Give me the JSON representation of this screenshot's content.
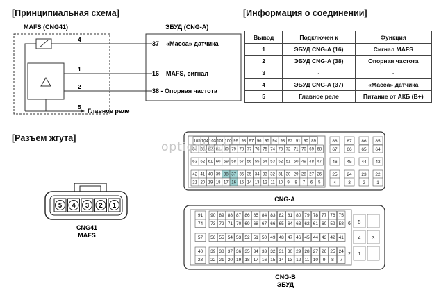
{
  "headers": {
    "schematic": "[Принципиальная схема]",
    "connection_info": "[Информация о соединении]",
    "harness_connector": "[Разъем жгута]"
  },
  "schematic": {
    "mafs_label": "MAFS (CNG41)",
    "ecu_label": "ЭБУД (CNG-A)",
    "pins": [
      "4",
      "1",
      "2",
      "5"
    ],
    "ecu_pins": [
      {
        "pin": "37",
        "text": "37 – «Масса» датчика"
      },
      {
        "pin": "16",
        "text": "16 – MAFS, сигнал"
      },
      {
        "pin": "38",
        "text": "38 - Опорная частота"
      }
    ],
    "main_relay": "Главное реле"
  },
  "table": {
    "headers": [
      "Вывод",
      "Подключен к",
      "Функция"
    ],
    "rows": [
      [
        "1",
        "ЭБУД CNG-A (16)",
        "Сигнал MAFS"
      ],
      [
        "2",
        "ЭБУД CNG-A (38)",
        "Опорная частота"
      ],
      [
        "3",
        "-",
        "-"
      ],
      [
        "4",
        "ЭБУД CNG-A (37)",
        "«Масса» датчика"
      ],
      [
        "5",
        "Главное реле",
        "Питание от АКБ (B+)"
      ]
    ]
  },
  "connector_cng41": {
    "pins": [
      "5",
      "4",
      "3",
      "2",
      "1"
    ],
    "label_line1": "CNG41",
    "label_line2": "MAFS"
  },
  "connector_cng_a": {
    "label": "CNG-A",
    "highlight_color": "#9fd4d4",
    "highlighted_pins": [
      "38",
      "37",
      "16"
    ],
    "left_rows": [
      [
        "105",
        "104",
        "103",
        "101",
        "100",
        "99",
        "98",
        "97",
        "96",
        "95",
        "94",
        "93",
        "92",
        "91",
        "90",
        "89"
      ],
      [
        "84",
        "83",
        "82",
        "81",
        "80",
        "79",
        "78",
        "77",
        "76",
        "75",
        "74",
        "73",
        "72",
        "71",
        "70",
        "69",
        "68"
      ],
      [
        "63",
        "62",
        "61",
        "60",
        "59",
        "58",
        "57",
        "56",
        "55",
        "54",
        "53",
        "52",
        "51",
        "50",
        "49",
        "48",
        "47"
      ],
      [
        "42",
        "41",
        "40",
        "39",
        "38",
        "37",
        "36",
        "35",
        "34",
        "33",
        "32",
        "31",
        "30",
        "29",
        "28",
        "27",
        "26"
      ],
      [
        "21",
        "20",
        "19",
        "18",
        "17",
        "16",
        "15",
        "14",
        "13",
        "12",
        "11",
        "10",
        "9",
        "8",
        "7",
        "6",
        "5"
      ]
    ],
    "right_rows": [
      [
        "88",
        "87",
        "86",
        "85"
      ],
      [
        "67",
        "66",
        "65",
        "64"
      ],
      [
        "46",
        "45",
        "44",
        "43"
      ],
      [
        "25",
        "24",
        "23",
        "22"
      ],
      [
        "4",
        "3",
        "2",
        "1"
      ]
    ]
  },
  "connector_cng_b": {
    "label_line1": "CNG-B",
    "label_line2": "ЭБУД",
    "left_rows": [
      [
        "91",
        "90",
        "89",
        "88",
        "87",
        "86",
        "85",
        "84",
        "83",
        "82",
        "81",
        "80",
        "79",
        "78",
        "77",
        "76",
        "75"
      ],
      [
        "74",
        "73",
        "72",
        "71",
        "70",
        "69",
        "68",
        "67",
        "66",
        "65",
        "64",
        "63",
        "62",
        "61",
        "60",
        "59",
        "58"
      ],
      [
        "57",
        "56",
        "55",
        "54",
        "53",
        "52",
        "51",
        "50",
        "49",
        "48",
        "47",
        "46",
        "45",
        "44",
        "43",
        "42",
        "41"
      ],
      [
        "40",
        "39",
        "38",
        "37",
        "36",
        "35",
        "34",
        "33",
        "32",
        "31",
        "30",
        "29",
        "28",
        "27",
        "26",
        "25",
        "24"
      ],
      [
        "23",
        "22",
        "21",
        "20",
        "19",
        "18",
        "17",
        "16",
        "15",
        "14",
        "13",
        "12",
        "11",
        "10",
        "9",
        "8",
        "7"
      ]
    ],
    "right_pins": [
      "6",
      "5",
      "4",
      "3",
      "2",
      "1"
    ]
  },
  "watermark": "optiontech"
}
